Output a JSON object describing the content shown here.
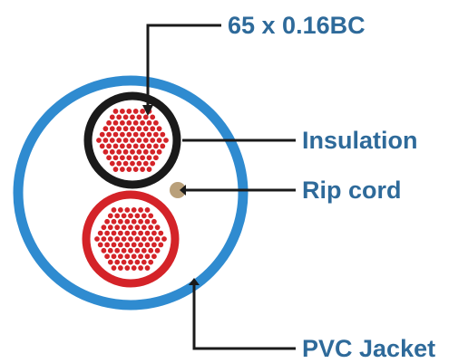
{
  "labels": {
    "conductor": "65 x 0.16BC",
    "insulation": "Insulation",
    "rip_cord": "Rip cord",
    "jacket": "PVC Jacket"
  },
  "colors": {
    "label_text": "#2e6a9a",
    "jacket_ring": "#2f8bd0",
    "jacket_fill": "#ffffff",
    "core_black_insulation": "#1a1a1a",
    "core_red_insulation": "#d42328",
    "conductor_strands": "#d42328",
    "rip_cord": "#b9a07a",
    "leader_lines": "#1a1a1a"
  },
  "icons": {
    "core_black": "insulated-core-black-icon",
    "core_red": "insulated-core-red-icon",
    "rip_cord": "rip-cord-icon"
  }
}
